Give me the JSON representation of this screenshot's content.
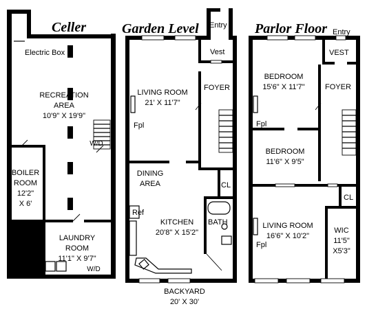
{
  "floors": {
    "celler": {
      "title": "Celler",
      "electric_box": "Electric Box",
      "recreation": {
        "name": "RECREATION",
        "name2": "AREA",
        "dims": "10'9\" X 19'9\""
      },
      "boiler": {
        "name": "BOILER",
        "name2": "ROOM",
        "dims": "12'2\"",
        "dims2": "X 6'"
      },
      "laundry": {
        "name": "LAUNDRY",
        "name2": "ROOM",
        "dims": "11'1\" X 9'7\""
      },
      "wd": "W/D",
      "wd_left": "W/D"
    },
    "garden": {
      "title": "Garden Level",
      "entry": "Entry",
      "vest": "Vest",
      "foyer": "FOYER",
      "living": {
        "name": "LIVING ROOM",
        "dims": "21' X 11'7\""
      },
      "fpl": "Fpl",
      "dining": {
        "name": "DINING",
        "name2": "AREA"
      },
      "cl": "CL",
      "ref": "Ref",
      "bath": "BATH",
      "kitchen": {
        "name": "KITCHEN",
        "dims": "20'8\" X 15'2\""
      },
      "backyard": {
        "name": "BACKYARD",
        "dims": "20' X 30'"
      }
    },
    "parlor": {
      "title": "Parlor Floor",
      "entry": "Entry",
      "vest": "VEST",
      "bedroom1": {
        "name": "BEDROOM",
        "dims": "15'6\" X 11'7\""
      },
      "foyer": "FOYER",
      "fpl1": "Fpl",
      "bedroom2": {
        "name": "BEDROOM",
        "dims": "11'6\" X 9'5\""
      },
      "cl": "CL",
      "living": {
        "name": "LIVING ROOM",
        "dims": "16'6\" X 10'2\""
      },
      "fpl2": "Fpl",
      "wic": {
        "name": "WIC",
        "dims": "11'5\"",
        "dims2": "X5'3\""
      }
    }
  }
}
